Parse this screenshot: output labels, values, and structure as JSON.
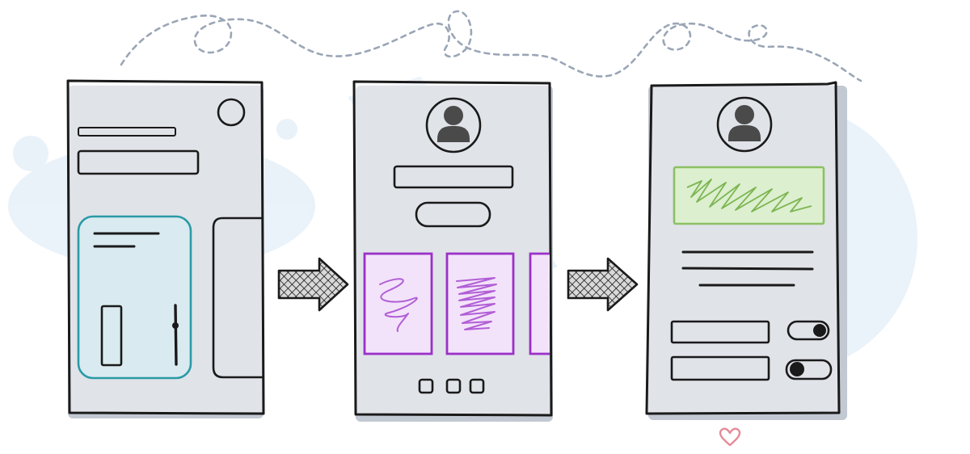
{
  "illustration": {
    "type": "hand-drawn wireframe flow",
    "text": []
  },
  "colors": {
    "ink": "#1a1a1a",
    "shadow": "#c3c9d3",
    "blob": "#e6f0f9",
    "teal": "#2a9aa6",
    "teal_fill": "#d7ecf1",
    "purple": "#9b30c8",
    "purple_fill": "#f3e3fa",
    "purple_scribble": "#b15fd6",
    "green": "#8cc063",
    "green_fill": "#dcefcf",
    "dotted_line": "#9aa6b6",
    "heart": "#e58a98",
    "avatar": "#4a4a4a"
  },
  "screens": [
    {
      "name": "screen-1",
      "content": [
        "profile-circle",
        "title-line",
        "text-field",
        "focus-card",
        "side-card"
      ]
    },
    {
      "name": "screen-2",
      "content": [
        "avatar",
        "text-field",
        "pill-button",
        "carousel-cards",
        "page-dots"
      ]
    },
    {
      "name": "screen-3",
      "content": [
        "avatar",
        "green-scribble-block",
        "text-lines",
        "inputs-with-toggles"
      ]
    }
  ],
  "arrows": [
    {
      "name": "arrow-1",
      "from": "screen-1",
      "to": "screen-2"
    },
    {
      "name": "arrow-2",
      "from": "screen-2",
      "to": "screen-3"
    }
  ],
  "toggles": [
    {
      "name": "toggle-1",
      "state": "on"
    },
    {
      "name": "toggle-2",
      "state": "off"
    }
  ],
  "decorations": [
    "dotted-loop-line",
    "heart-icon",
    "background-blobs"
  ]
}
